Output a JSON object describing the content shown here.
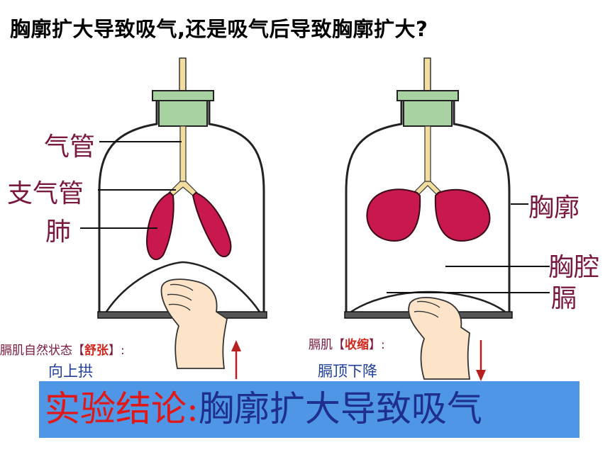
{
  "title": "胸廓扩大导致吸气,还是吸气后导致胸廓扩大?",
  "labels": {
    "trachea": "气管",
    "bronchus": "支气管",
    "lung": "肺",
    "thorax": "胸廓",
    "thoracic_cavity": "胸腔",
    "diaphragm": "膈"
  },
  "left_state": {
    "prefix": "膈肌自然状态【",
    "highlight": "舒张",
    "suffix": "】:",
    "description": "向上拱"
  },
  "right_state": {
    "prefix": "膈肌【",
    "highlight": "收缩",
    "suffix": "】:",
    "description": "膈顶下降"
  },
  "conclusion": {
    "prefix": "实验结论:",
    "text": "胸廓扩大导致吸气"
  },
  "colors": {
    "lung": "#c8184e",
    "stopper": "#a9d2a3",
    "tube": "#f2dd9e",
    "banner": "#4f97e6",
    "arrow": "#b82020"
  }
}
